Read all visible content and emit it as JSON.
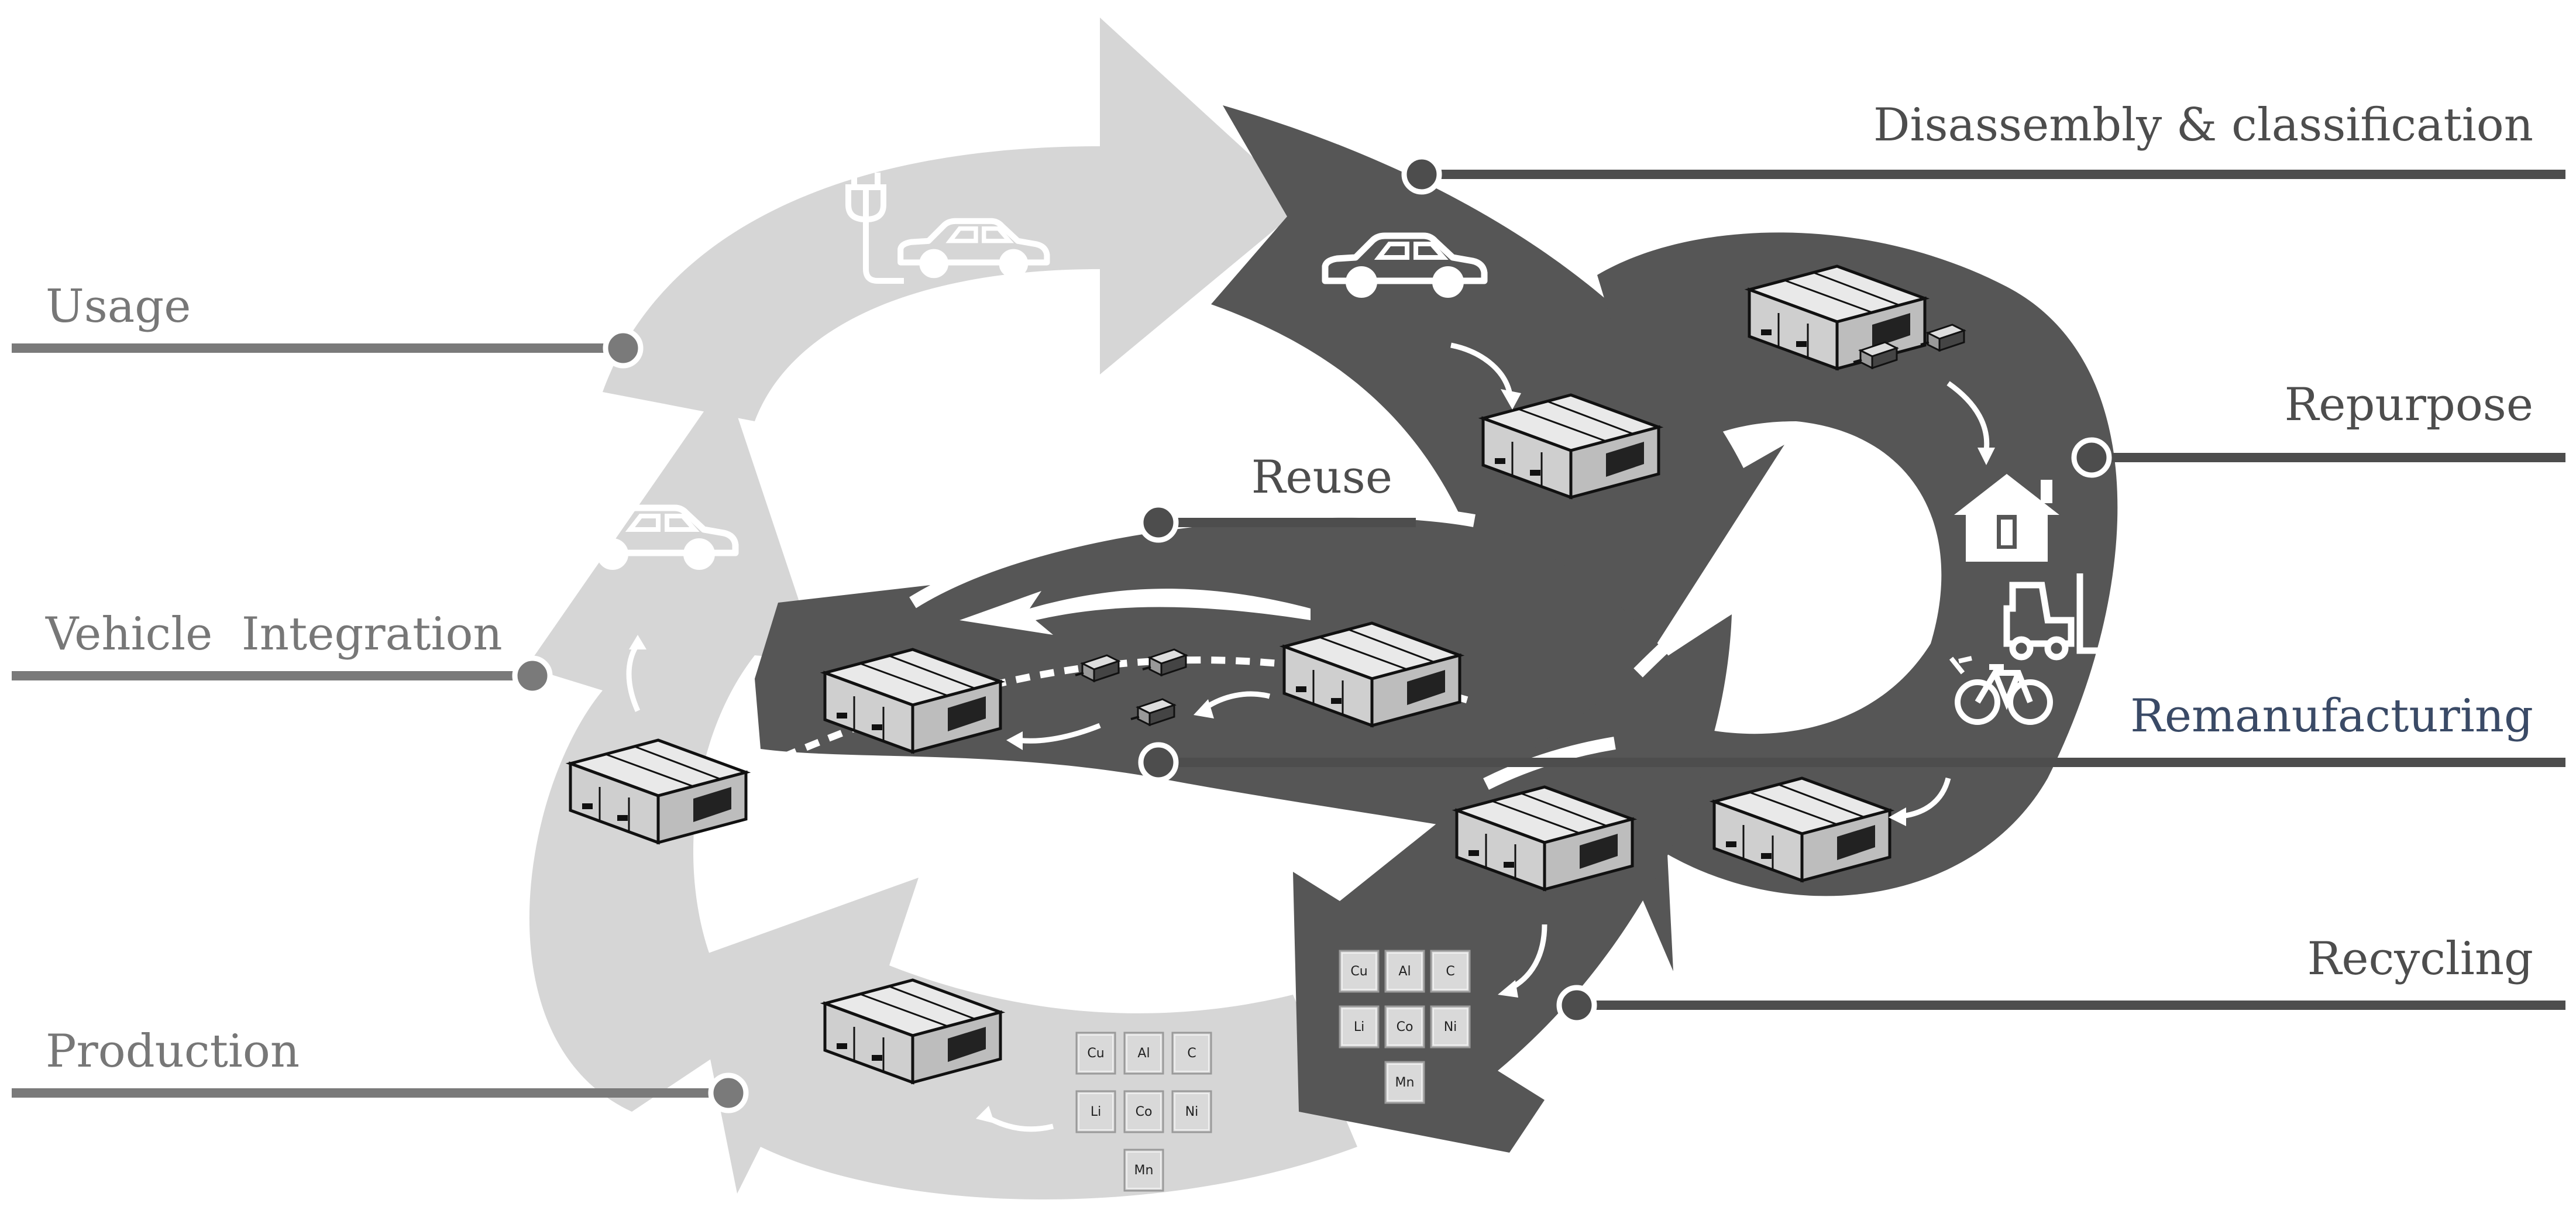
{
  "diagram": {
    "stages_left": {
      "usage": "Usage",
      "vehicle_integration": "Vehicle  Integration",
      "production": "Production"
    },
    "stages_right": {
      "disassembly": "Disassembly & classification",
      "repurpose": "Repurpose",
      "remanufacturing": "Remanufacturing",
      "recycling": "Recycling"
    },
    "reuse": "Reuse",
    "elements_recycling": [
      "Cu",
      "Al",
      "C",
      "Li",
      "Co",
      "Ni",
      "Mn"
    ],
    "elements_production": [
      "Cu",
      "Al",
      "C",
      "Li",
      "Co",
      "Ni",
      "Mn"
    ],
    "icons": [
      "car-icon",
      "ev-charging-car-icon",
      "battery-pack-icon",
      "battery-module-icon",
      "house-battery-icon",
      "forklift-icon",
      "e-bike-icon",
      "periodic-element-tile-icon"
    ],
    "colors": {
      "light_arrow": "#d6d6d6",
      "dark_arrow": "#565656",
      "label_gray": "#777777",
      "remanufacturing_blue": "#3a4a66"
    }
  }
}
